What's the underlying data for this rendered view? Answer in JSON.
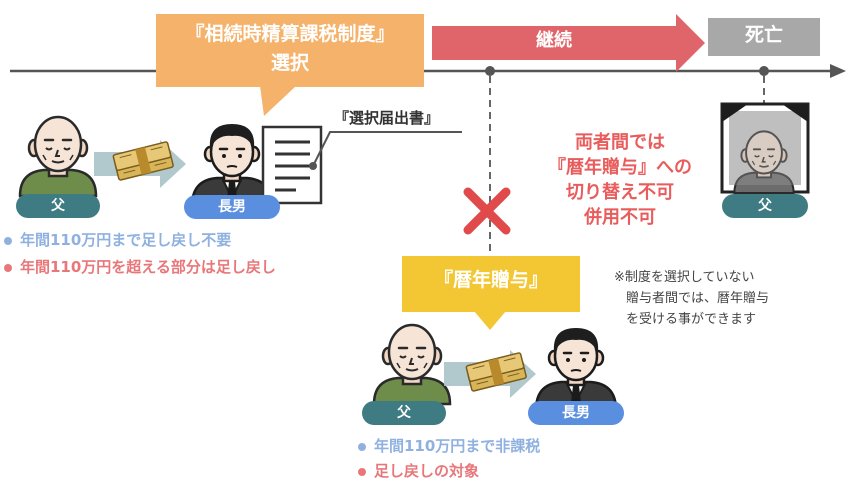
{
  "timeline": {
    "system_box_line1": "『相続時精算課税制度』",
    "system_box_line2": "選択",
    "continuation_label": "継続",
    "death_label": "死亡",
    "form_label": "『選択届出書』"
  },
  "people": {
    "father_label": "父",
    "son_label": "長男"
  },
  "warning": {
    "line1": "両者間では",
    "line2": "『暦年贈与』への",
    "line3": "切り替え不可",
    "line4": "併用不可"
  },
  "seisan_notes": {
    "item1": "年間110万円まで足し戻し不要",
    "item2": "年間110万円を超える部分は足し戻し"
  },
  "rekinen": {
    "box_label": "『暦年贈与』",
    "note_line1": "※制度を選択していない",
    "note_line2": "贈与者間では、暦年贈与",
    "note_line3": "を受ける事ができます",
    "item1": "年間110万円まで非課税",
    "item2": "足し戻しの対象"
  },
  "colors": {
    "orange": "#f5b26b",
    "red": "#e0656a",
    "gray_box": "#a8a8a8",
    "yellow": "#f3c733",
    "teal": "#3e7b82",
    "blue": "#5a8fe0",
    "light_blue_text": "#8fb1e0",
    "pink_text": "#e8777a",
    "red_text": "#e85c5c",
    "dark_gray_text": "#444444"
  }
}
